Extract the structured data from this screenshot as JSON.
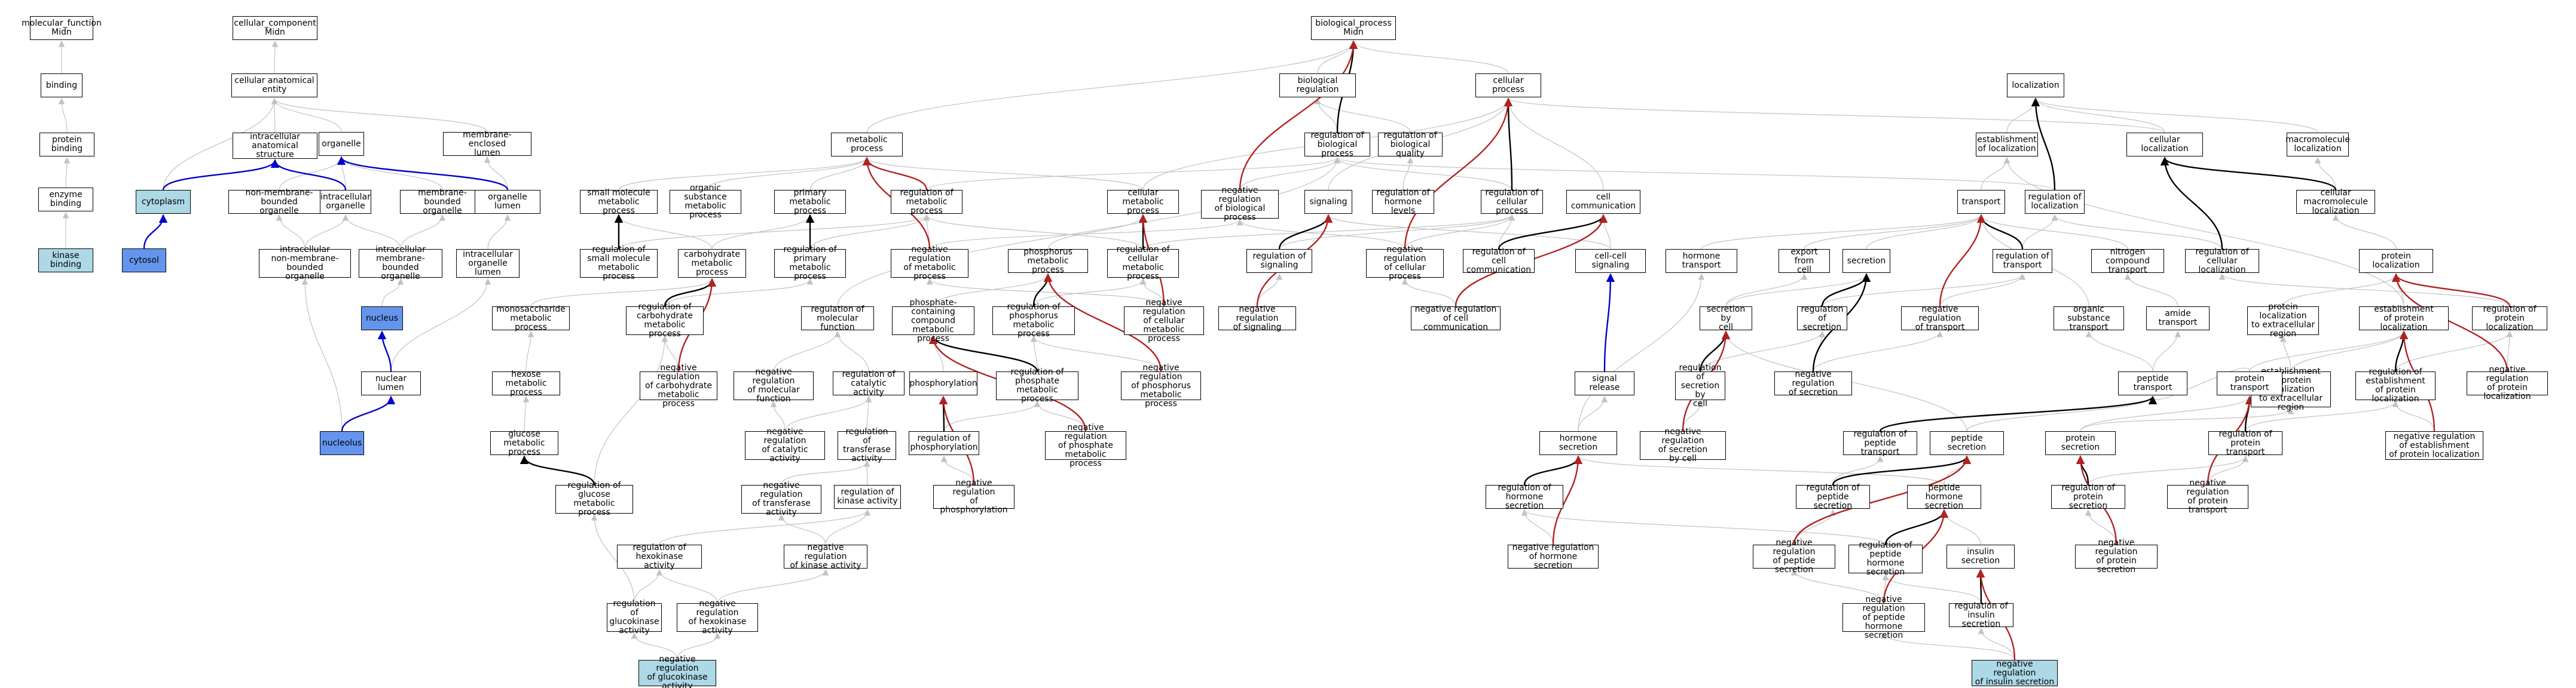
{
  "colors": {
    "edge_default": "#c2c2c2",
    "edge_part_of": "#0000cc",
    "edge_positive": "#000000",
    "edge_negative": "#b22222",
    "node_border": "#000000",
    "fill_light": "#add8e6",
    "fill_dark": "#6495ed"
  },
  "nodes": {
    "molecular_function": {
      "label": "molecular_function\nMidn"
    },
    "binding": {
      "label": "binding"
    },
    "protein_binding": {
      "label": "protein binding"
    },
    "enzyme_binding": {
      "label": "enzyme binding"
    },
    "kinase_binding": {
      "label": "kinase binding",
      "fill": "light"
    },
    "cellular_component": {
      "label": "cellular_component\nMidn"
    },
    "cellular_anatomical_entity": {
      "label": "cellular anatomical\nentity"
    },
    "intracellular_anatomical_structure": {
      "label": "intracellular\nanatomical structure"
    },
    "organelle": {
      "label": "organelle"
    },
    "membrane_enclosed_lumen": {
      "label": "membrane-enclosed\nlumen"
    },
    "cytoplasm": {
      "label": "cytoplasm",
      "fill": "light"
    },
    "cytosol": {
      "label": "cytosol",
      "fill": "dark"
    },
    "non_membrane_bounded_organelle": {
      "label": "non-membrane-bounded\norganelle"
    },
    "intracellular_organelle": {
      "label": "intracellular\norganelle"
    },
    "membrane_bounded_organelle": {
      "label": "membrane-bounded\norganelle"
    },
    "organelle_lumen": {
      "label": "organelle lumen"
    },
    "intracellular_non_membrane_bounded_organelle": {
      "label": "intracellular\nnon-membrane-bounded\norganelle"
    },
    "intracellular_membrane_bounded_organelle": {
      "label": "intracellular\nmembrane-bounded\norganelle"
    },
    "intracellular_organelle_lumen": {
      "label": "intracellular\norganelle lumen"
    },
    "nucleus": {
      "label": "nucleus",
      "fill": "dark"
    },
    "nuclear_lumen": {
      "label": "nuclear lumen"
    },
    "nucleolus": {
      "label": "nucleolus",
      "fill": "dark"
    },
    "biological_process": {
      "label": "biological_process\nMidn"
    },
    "biological_regulation": {
      "label": "biological regulation"
    },
    "regulation_of_biological_process": {
      "label": "regulation of\nbiological process"
    },
    "regulation_of_biological_quality": {
      "label": "regulation of\nbiological quality"
    },
    "cellular_process": {
      "label": "cellular process"
    },
    "metabolic_process": {
      "label": "metabolic process"
    },
    "small_molecule_metabolic_process": {
      "label": "small molecule\nmetabolic process"
    },
    "organic_substance_metabolic_process": {
      "label": "organic substance\nmetabolic process"
    },
    "primary_metabolic_process": {
      "label": "primary metabolic\nprocess"
    },
    "regulation_of_metabolic_process": {
      "label": "regulation of\nmetabolic process"
    },
    "cellular_metabolic_process": {
      "label": "cellular metabolic\nprocess"
    },
    "negative_regulation_of_biological_process": {
      "label": "negative regulation\nof biological\nprocess"
    },
    "signaling": {
      "label": "signaling"
    },
    "regulation_of_hormone_levels": {
      "label": "regulation of\nhormone levels"
    },
    "regulation_of_cellular_process": {
      "label": "regulation of\ncellular process"
    },
    "cell_communication": {
      "label": "cell communication"
    },
    "localization": {
      "label": "localization"
    },
    "establishment_of_localization": {
      "label": "establishment\nof localization"
    },
    "cellular_localization": {
      "label": "cellular localization"
    },
    "macromolecule_localization": {
      "label": "macromolecule\nlocalization"
    },
    "transport": {
      "label": "transport"
    },
    "regulation_of_localization": {
      "label": "regulation of\nlocalization"
    },
    "cellular_macromolecule_localization": {
      "label": "cellular macromolecule\nlocalization"
    },
    "regulation_of_small_molecule_metabolic_process": {
      "label": "regulation of\nsmall molecule\nmetabolic process"
    },
    "carbohydrate_metabolic_process": {
      "label": "carbohydrate\nmetabolic process"
    },
    "regulation_of_primary_metabolic_process": {
      "label": "regulation of\nprimary metabolic\nprocess"
    },
    "negative_regulation_of_metabolic_process": {
      "label": "negative regulation\nof metabolic\nprocess"
    },
    "phosphorus_metabolic_process": {
      "label": "phosphorus metabolic\nprocess"
    },
    "regulation_of_cellular_metabolic_process": {
      "label": "regulation of\ncellular metabolic\nprocess"
    },
    "regulation_of_signaling": {
      "label": "regulation of\nsignaling"
    },
    "negative_regulation_of_cellular_process": {
      "label": "negative regulation\nof cellular\nprocess"
    },
    "regulation_of_cell_communication": {
      "label": "regulation of\ncell communication"
    },
    "cell_cell_signaling": {
      "label": "cell-cell signaling"
    },
    "hormone_transport": {
      "label": "hormone transport"
    },
    "export_from_cell": {
      "label": "export from\ncell"
    },
    "secretion": {
      "label": "secretion"
    },
    "regulation_of_transport": {
      "label": "regulation of\ntransport"
    },
    "nitrogen_compound_transport": {
      "label": "nitrogen compound\ntransport"
    },
    "regulation_of_cellular_localization": {
      "label": "regulation of\ncellular localization"
    },
    "protein_localization": {
      "label": "protein localization"
    },
    "monosaccharide_metabolic_process": {
      "label": "monosaccharide\nmetabolic process"
    },
    "regulation_of_carbohydrate_metabolic_process": {
      "label": "regulation of\ncarbohydrate\nmetabolic process"
    },
    "regulation_of_molecular_function": {
      "label": "regulation of\nmolecular function"
    },
    "phosphate_containing_compound_metabolic_process": {
      "label": "phosphate-containing\ncompound metabolic\nprocess"
    },
    "regulation_of_phosphorus_metabolic_process": {
      "label": "regulation of\nphosphorus metabolic\nprocess"
    },
    "negative_regulation_of_cellular_metabolic_process": {
      "label": "negative regulation\nof cellular\nmetabolic process"
    },
    "negative_regulation_of_signaling": {
      "label": "negative regulation\nof signaling"
    },
    "negative_regulation_of_cell_communication": {
      "label": "negative regulation\nof cell communication"
    },
    "secretion_by_cell": {
      "label": "secretion by\ncell"
    },
    "regulation_of_secretion": {
      "label": "regulation of\nsecretion"
    },
    "negative_regulation_of_transport": {
      "label": "negative regulation\nof transport"
    },
    "organic_substance_transport": {
      "label": "organic substance\ntransport"
    },
    "amide_transport": {
      "label": "amide transport"
    },
    "protein_localization_to_extracellular_region": {
      "label": "protein localization\nto extracellular\nregion"
    },
    "establishment_of_protein_localization": {
      "label": "establishment\nof protein localization"
    },
    "regulation_of_protein_localization": {
      "label": "regulation of\nprotein localization"
    },
    "hexose_metabolic_process": {
      "label": "hexose metabolic\nprocess"
    },
    "negative_regulation_of_carbohydrate_metabolic_process": {
      "label": "negative regulation\nof carbohydrate\nmetabolic process"
    },
    "negative_regulation_of_molecular_function": {
      "label": "negative regulation\nof molecular\nfunction"
    },
    "regulation_of_catalytic_activity": {
      "label": "regulation of\ncatalytic activity"
    },
    "phosphorylation": {
      "label": "phosphorylation"
    },
    "regulation_of_phosphate_metabolic_process": {
      "label": "regulation of\nphosphate metabolic\nprocess"
    },
    "negative_regulation_of_phosphorus_metabolic_process": {
      "label": "negative regulation\nof phosphorus\nmetabolic process"
    },
    "signal_release": {
      "label": "signal release"
    },
    "regulation_of_secretion_by_cell": {
      "label": "regulation of\nsecretion by\ncell"
    },
    "negative_regulation_of_secretion": {
      "label": "negative regulation\nof secretion"
    },
    "establishment_of_protein_localization_to_extracellular_region": {
      "label": "establishment\nof protein localization\nto extracellular\nregion"
    },
    "regulation_of_establishment_of_protein_localization": {
      "label": "regulation of\nestablishment\nof protein localization"
    },
    "negative_regulation_of_protein_localization": {
      "label": "negative regulation\nof protein localization"
    },
    "peptide_transport": {
      "label": "peptide transport"
    },
    "protein_transport": {
      "label": "protein transport"
    },
    "glucose_metabolic_process": {
      "label": "glucose metabolic\nprocess"
    },
    "negative_regulation_of_catalytic_activity": {
      "label": "negative regulation\nof catalytic\nactivity"
    },
    "regulation_of_transferase_activity": {
      "label": "regulation of\ntransferase\nactivity"
    },
    "regulation_of_phosphorylation": {
      "label": "regulation of\nphosphorylation"
    },
    "negative_regulation_of_phosphate_metabolic_process": {
      "label": "negative regulation\nof phosphate\nmetabolic process"
    },
    "hormone_secretion": {
      "label": "hormone secretion"
    },
    "negative_regulation_of_secretion_by_cell": {
      "label": "negative regulation\nof secretion\nby cell"
    },
    "regulation_of_peptide_transport": {
      "label": "regulation of\npeptide transport"
    },
    "peptide_secretion": {
      "label": "peptide secretion"
    },
    "protein_secretion": {
      "label": "protein secretion"
    },
    "regulation_of_protein_transport": {
      "label": "regulation of\nprotein transport"
    },
    "negative_regulation_of_establishment_of_protein_localization": {
      "label": "negative regulation\nof establishment\nof protein localization"
    },
    "regulation_of_glucose_metabolic_process": {
      "label": "regulation of\nglucose metabolic\nprocess"
    },
    "negative_regulation_of_transferase_activity": {
      "label": "negative regulation\nof transferase\nactivity"
    },
    "regulation_of_kinase_activity": {
      "label": "regulation of\nkinase activity"
    },
    "negative_regulation_of_phosphorylation": {
      "label": "negative regulation\nof phosphorylation"
    },
    "regulation_of_hormone_secretion": {
      "label": "regulation of\nhormone secretion"
    },
    "regulation_of_peptide_secretion": {
      "label": "regulation of\npeptide secretion"
    },
    "peptide_hormone_secretion": {
      "label": "peptide hormone\nsecretion"
    },
    "regulation_of_protein_secretion": {
      "label": "regulation of\nprotein secretion"
    },
    "negative_regulation_of_protein_transport": {
      "label": "negative regulation\nof protein transport"
    },
    "regulation_of_hexokinase_activity": {
      "label": "regulation of\nhexokinase activity"
    },
    "negative_regulation_of_kinase_activity": {
      "label": "negative regulation\nof kinase activity"
    },
    "negative_regulation_of_hormone_secretion": {
      "label": "negative regulation\nof hormone secretion"
    },
    "negative_regulation_of_peptide_secretion": {
      "label": "negative regulation\nof peptide secretion"
    },
    "regulation_of_peptide_hormone_secretion": {
      "label": "regulation of\npeptide hormone\nsecretion"
    },
    "insulin_secretion": {
      "label": "insulin secretion"
    },
    "negative_regulation_of_protein_secretion": {
      "label": "negative regulation\nof protein secretion"
    },
    "regulation_of_glucokinase_activity": {
      "label": "regulation of\nglucokinase\nactivity"
    },
    "negative_regulation_of_hexokinase_activity": {
      "label": "negative regulation\nof hexokinase\nactivity"
    },
    "negative_regulation_of_peptide_hormone_secretion": {
      "label": "negative regulation\nof peptide hormone\nsecretion"
    },
    "regulation_of_insulin_secretion": {
      "label": "regulation of\ninsulin secretion"
    },
    "negative_regulation_of_glucokinase_activity": {
      "label": "negative regulation\nof glucokinase\nactivity",
      "fill": "light"
    },
    "negative_regulation_of_insulin_secretion": {
      "label": "negative regulation\nof insulin secretion",
      "fill": "light"
    }
  }
}
